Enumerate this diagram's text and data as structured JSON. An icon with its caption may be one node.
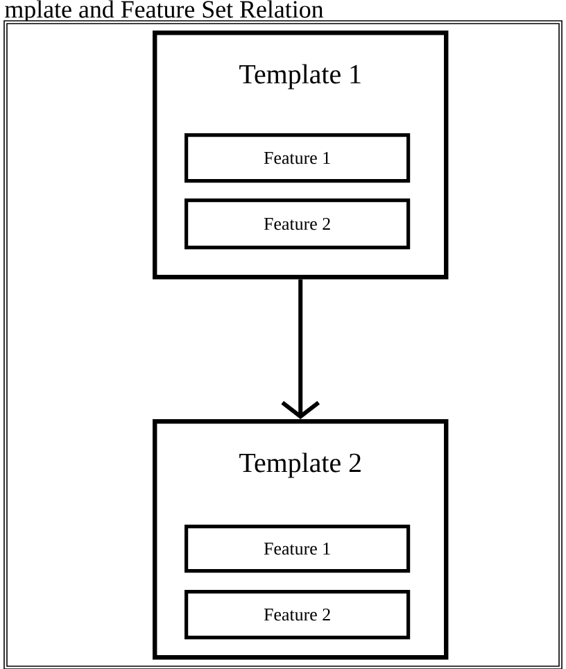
{
  "diagram": {
    "title": "mplate and Feature Set Relation",
    "nodes": [
      {
        "text": [
          "Template 1"
        ]
      },
      {
        "text": [
          "Feature 1"
        ],
        "in": 0
      },
      {
        "text": [
          "Feature 2"
        ],
        "in": 0
      },
      {
        "text": [
          "Template 2"
        ]
      },
      {
        "text": [
          "Feature 1"
        ],
        "in": 3
      },
      {
        "text": [
          "Feature 2"
        ],
        "in": 3
      }
    ],
    "edges": [
      {
        "from": 0,
        "to": 3,
        "arrow": "to"
      }
    ]
  }
}
